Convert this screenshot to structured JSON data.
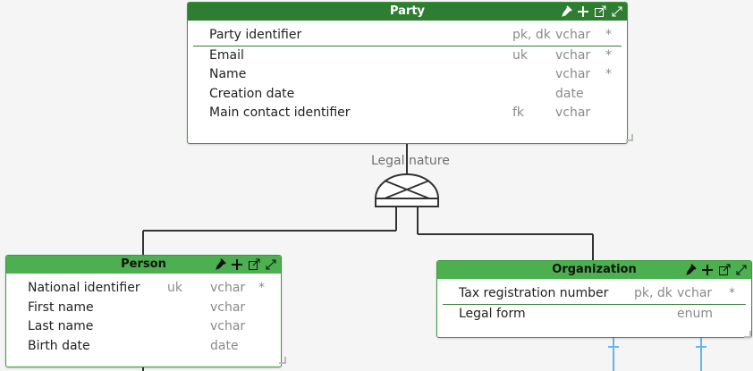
{
  "entities": {
    "party": {
      "title": "Party",
      "attributes": [
        {
          "name": "Party identifier",
          "flags": "pk, dk",
          "type": "vchar",
          "required": "*"
        },
        {
          "name": "Email",
          "flags": "uk",
          "type": "vchar",
          "required": "*"
        },
        {
          "name": "Name",
          "flags": "",
          "type": "vchar",
          "required": "*"
        },
        {
          "name": "Creation date",
          "flags": "",
          "type": "date",
          "required": ""
        },
        {
          "name": "Main contact identifier",
          "flags": "fk",
          "type": "vchar",
          "required": ""
        }
      ]
    },
    "person": {
      "title": "Person",
      "attributes": [
        {
          "name": "National identifier",
          "flags": "uk",
          "type": "vchar",
          "required": "*"
        },
        {
          "name": "First name",
          "flags": "",
          "type": "vchar",
          "required": ""
        },
        {
          "name": "Last name",
          "flags": "",
          "type": "vchar",
          "required": ""
        },
        {
          "name": "Birth date",
          "flags": "",
          "type": "date",
          "required": ""
        }
      ]
    },
    "organization": {
      "title": "Organization",
      "attributes": [
        {
          "name": "Tax registration number",
          "flags": "pk, dk",
          "type": "vchar",
          "required": "*"
        },
        {
          "name": "Legal form",
          "flags": "",
          "type": "enum",
          "required": ""
        }
      ]
    }
  },
  "inheritance": {
    "label": "Legal nature"
  },
  "toolbar_icons": [
    "eyedropper-icon",
    "plus-icon",
    "open-external-icon",
    "expand-icon"
  ],
  "colors": {
    "header_dark": "#2e7d32",
    "header_light": "#4caf50",
    "border": "#3a9a3a",
    "connector": "#333333",
    "relation_blue": "#64b5f6"
  }
}
